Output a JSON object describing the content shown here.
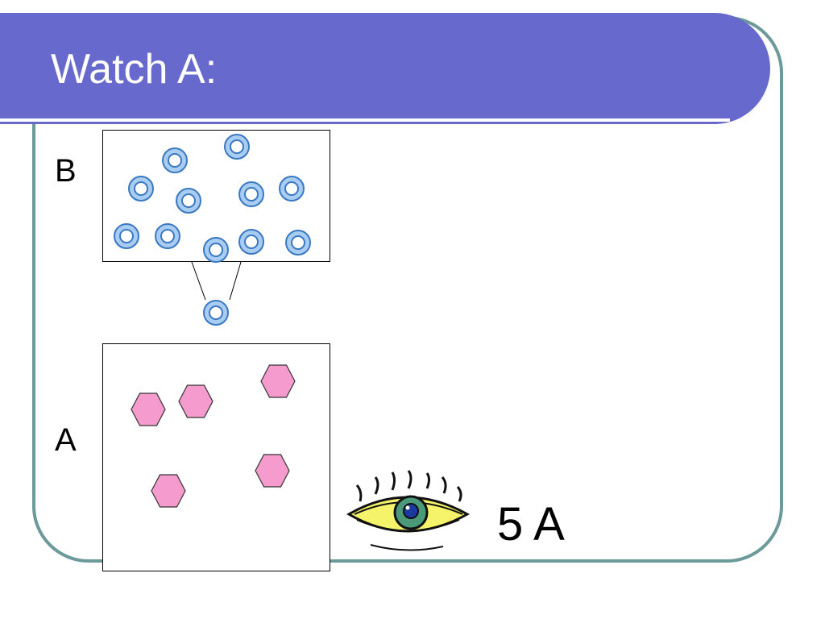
{
  "slide": {
    "title": "Watch A:"
  },
  "labels": {
    "b": "B",
    "a": "A"
  },
  "count_text": "5 A",
  "colors": {
    "title_bar": "#6769cc",
    "frame": "#6b9a98",
    "ring_fill": "#a9cdf2",
    "ring_stroke": "#3a78c2",
    "hexagon_fill": "#f59bcd",
    "hexagon_stroke": "#333333",
    "eye_fill": "#f4f36a"
  },
  "icons": {
    "ring": "ring-b-particle",
    "hexagon": "hexagon-a-particle",
    "eye": "eye-icon"
  }
}
